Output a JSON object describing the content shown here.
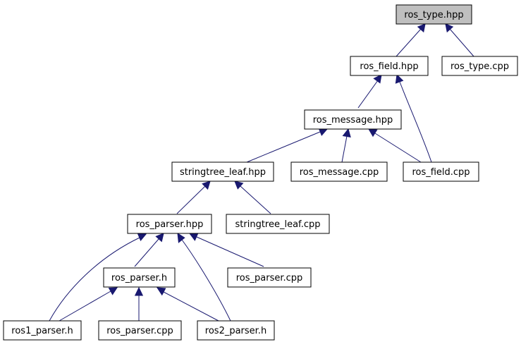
{
  "graph": {
    "nodes": [
      {
        "id": "ros_type_hpp",
        "label": "ros_type.hpp",
        "highlighted": true
      },
      {
        "id": "ros_field_hpp",
        "label": "ros_field.hpp"
      },
      {
        "id": "ros_type_cpp",
        "label": "ros_type.cpp"
      },
      {
        "id": "ros_message_hpp",
        "label": "ros_message.hpp"
      },
      {
        "id": "stringtree_leaf_hpp",
        "label": "stringtree_leaf.hpp"
      },
      {
        "id": "ros_message_cpp",
        "label": "ros_message.cpp"
      },
      {
        "id": "ros_field_cpp",
        "label": "ros_field.cpp"
      },
      {
        "id": "ros_parser_hpp",
        "label": "ros_parser.hpp"
      },
      {
        "id": "stringtree_leaf_cpp",
        "label": "stringtree_leaf.cpp"
      },
      {
        "id": "ros_parser_h",
        "label": "ros_parser.h"
      },
      {
        "id": "ros_parser_cpp_1",
        "label": "ros_parser.cpp"
      },
      {
        "id": "ros1_parser_h",
        "label": "ros1_parser.h"
      },
      {
        "id": "ros_parser_cpp_2",
        "label": "ros_parser.cpp"
      },
      {
        "id": "ros2_parser_h",
        "label": "ros2_parser.h"
      }
    ],
    "edges": [
      {
        "from": "ros_field_hpp",
        "to": "ros_type_hpp"
      },
      {
        "from": "ros_type_cpp",
        "to": "ros_type_hpp"
      },
      {
        "from": "ros_message_hpp",
        "to": "ros_field_hpp"
      },
      {
        "from": "ros_field_cpp",
        "to": "ros_field_hpp"
      },
      {
        "from": "stringtree_leaf_hpp",
        "to": "ros_message_hpp"
      },
      {
        "from": "ros_message_cpp",
        "to": "ros_message_hpp"
      },
      {
        "from": "ros_field_cpp",
        "to": "ros_message_hpp"
      },
      {
        "from": "ros_parser_hpp",
        "to": "stringtree_leaf_hpp"
      },
      {
        "from": "stringtree_leaf_cpp",
        "to": "stringtree_leaf_hpp"
      },
      {
        "from": "ros_parser_h",
        "to": "ros_parser_hpp"
      },
      {
        "from": "ros_parser_cpp_1",
        "to": "ros_parser_hpp"
      },
      {
        "from": "ros1_parser_h",
        "to": "ros_parser_hpp"
      },
      {
        "from": "ros2_parser_h",
        "to": "ros_parser_hpp"
      },
      {
        "from": "ros1_parser_h",
        "to": "ros_parser_h"
      },
      {
        "from": "ros_parser_cpp_2",
        "to": "ros_parser_h"
      },
      {
        "from": "ros2_parser_h",
        "to": "ros_parser_h"
      }
    ]
  }
}
